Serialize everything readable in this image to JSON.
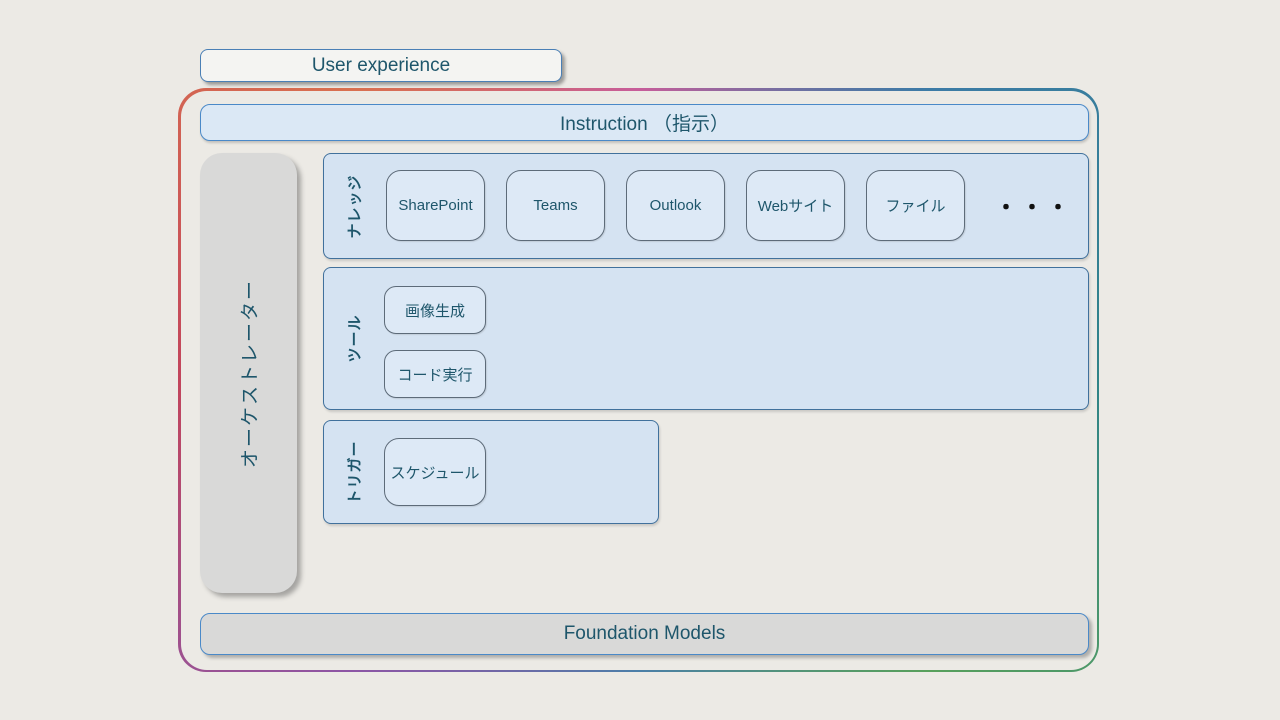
{
  "user_experience": {
    "label": "User experience"
  },
  "instruction": {
    "label": "Instruction （指示）"
  },
  "orchestrator": {
    "label": "オーケストレーター"
  },
  "knowledge": {
    "label": "ナレッジ",
    "items": [
      "SharePoint",
      "Teams",
      "Outlook",
      "Webサイト",
      "ファイル"
    ],
    "ellipsis": "・・・"
  },
  "tools": {
    "label": "ツール",
    "items": [
      "画像生成",
      "コード実行"
    ]
  },
  "trigger": {
    "label": "トリガー",
    "items": [
      "スケジュール"
    ]
  },
  "foundation": {
    "label": "Foundation Models"
  },
  "colors": {
    "page_background": "#eceae5",
    "text": "#1e566b",
    "row_background": "#d5e3f2",
    "row_border": "#41719c",
    "chip_background": "#dde9f6",
    "gray_panel": "#d9d9d8",
    "blue_border": "#4a89c8",
    "gradient_border": [
      "#d9704f",
      "#c2455c",
      "#c75d9a",
      "#3c7ba6",
      "#2f8388",
      "#58a05c",
      "#8d56a5"
    ]
  }
}
